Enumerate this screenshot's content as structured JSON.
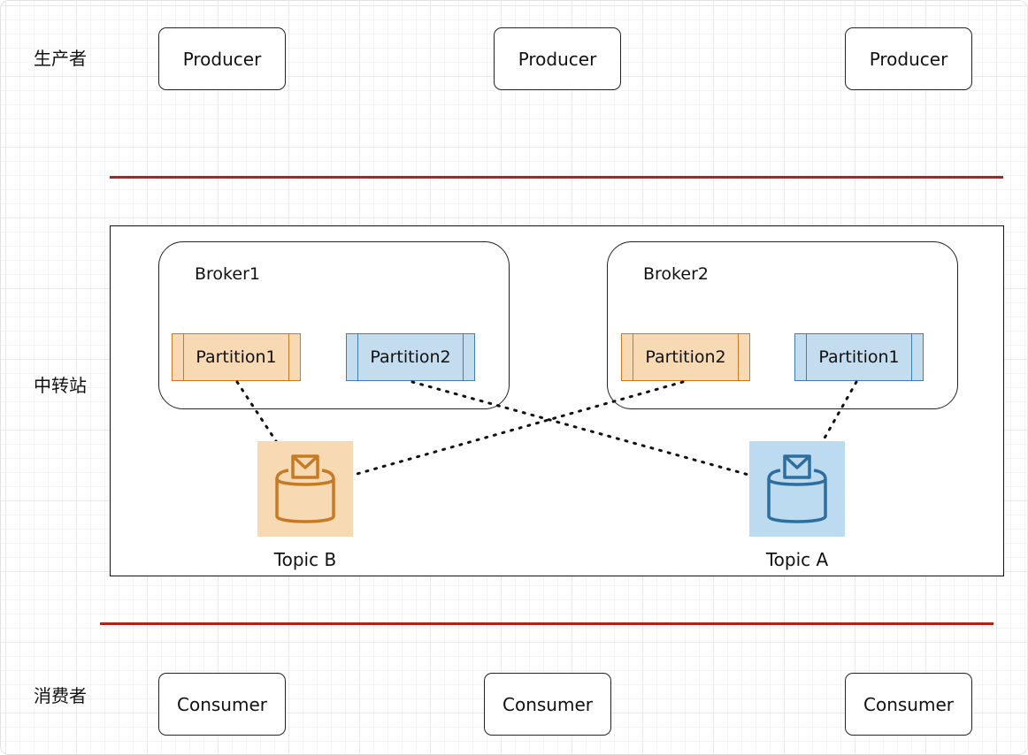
{
  "layers": {
    "producer_label": "生产者",
    "transit_label": "中转站",
    "consumer_label": "消费者"
  },
  "producers": [
    "Producer",
    "Producer",
    "Producer"
  ],
  "consumers": [
    "Consumer",
    "Consumer",
    "Consumer"
  ],
  "brokers": [
    {
      "name": "Broker1",
      "partitions": [
        {
          "label": "Partition1",
          "topic": "Topic B"
        },
        {
          "label": "Partition2",
          "topic": "Topic A"
        }
      ]
    },
    {
      "name": "Broker2",
      "partitions": [
        {
          "label": "Partition2",
          "topic": "Topic B"
        },
        {
          "label": "Partition1",
          "topic": "Topic A"
        }
      ]
    }
  ],
  "topics": [
    {
      "name": "Topic B",
      "icon": "mail-bucket-icon",
      "color": "#c67a24",
      "fill": "#f7dab4"
    },
    {
      "name": "Topic A",
      "icon": "mail-bucket-icon",
      "color": "#2e6e9e",
      "fill": "#bcdaf0"
    }
  ],
  "colors": {
    "divider": "#b32217",
    "topic_b_accent": "#c67a24",
    "topic_a_accent": "#3f7fb0"
  }
}
